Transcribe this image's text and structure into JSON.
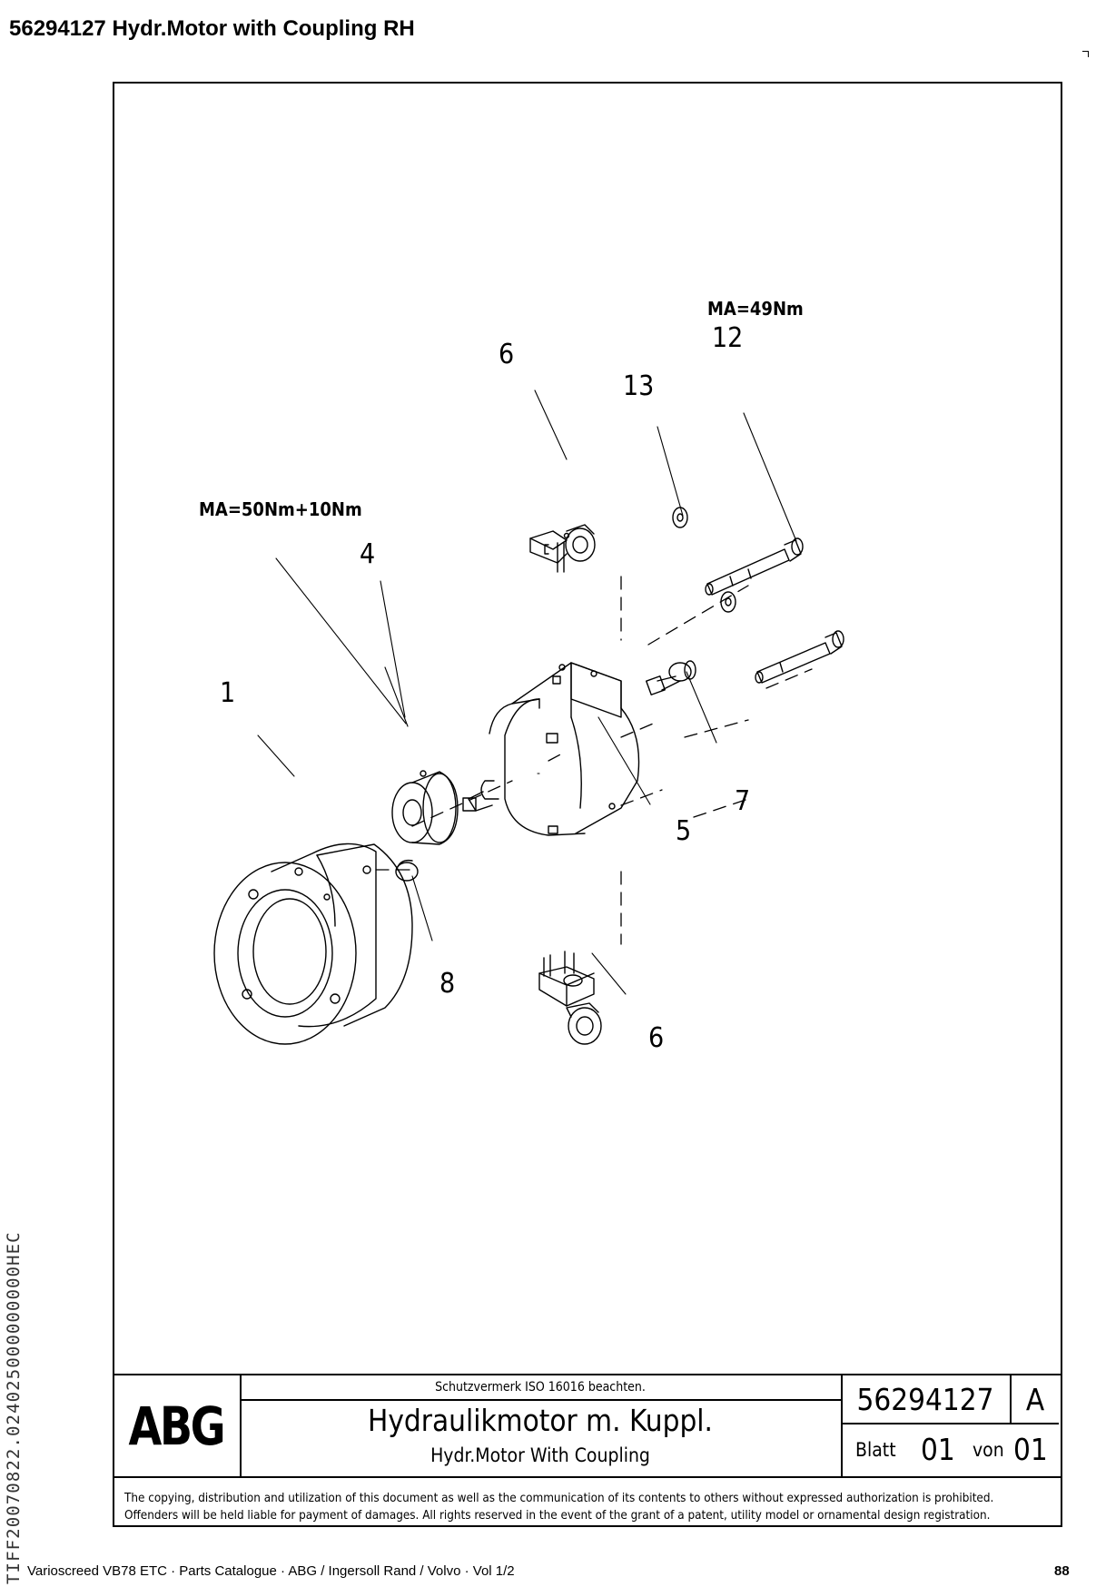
{
  "page": {
    "title": "56294127  Hydr.Motor with Coupling RH",
    "side_text": "TIFF20070822.024025000000000HEC"
  },
  "drawing": {
    "torque_notes": [
      "MA=49Nm",
      "MA=50Nm+10Nm"
    ],
    "callouts": [
      "1",
      "4",
      "5",
      "6",
      "6",
      "7",
      "8",
      "12",
      "13"
    ],
    "parts": [
      "coupling-flange",
      "coupling-hub",
      "hydraulic-motor",
      "upper-fitting-block",
      "lower-fitting-block",
      "elbow-fitting",
      "long-bolt",
      "short-bolt",
      "washer",
      "washer",
      "set-screw-plug"
    ]
  },
  "title_block": {
    "logo": "ABG",
    "protection_note": "Schutzvermerk ISO 16016 beachten.",
    "title_de": "Hydraulikmotor m. Kuppl.",
    "title_en": "Hydr.Motor With Coupling",
    "drawing_number": "56294127",
    "revision": "A",
    "sheet_label": "Blatt",
    "sheet_number": "01",
    "of_label": "von",
    "sheet_total": "01"
  },
  "copyright": "The copying, distribution and utilization of this document as well as the communication of its contents to others without expressed authorization is prohibited. Offenders will be held liable for payment of damages. All rights reserved in the event of the grant of a patent, utility model or ornamental design registration.",
  "footer": {
    "left": "Varioscreed VB78 ETC  ·  Parts Catalogue  ·  ABG / Ingersoll Rand / Volvo  ·  Vol 1/2",
    "page_number": "88"
  }
}
